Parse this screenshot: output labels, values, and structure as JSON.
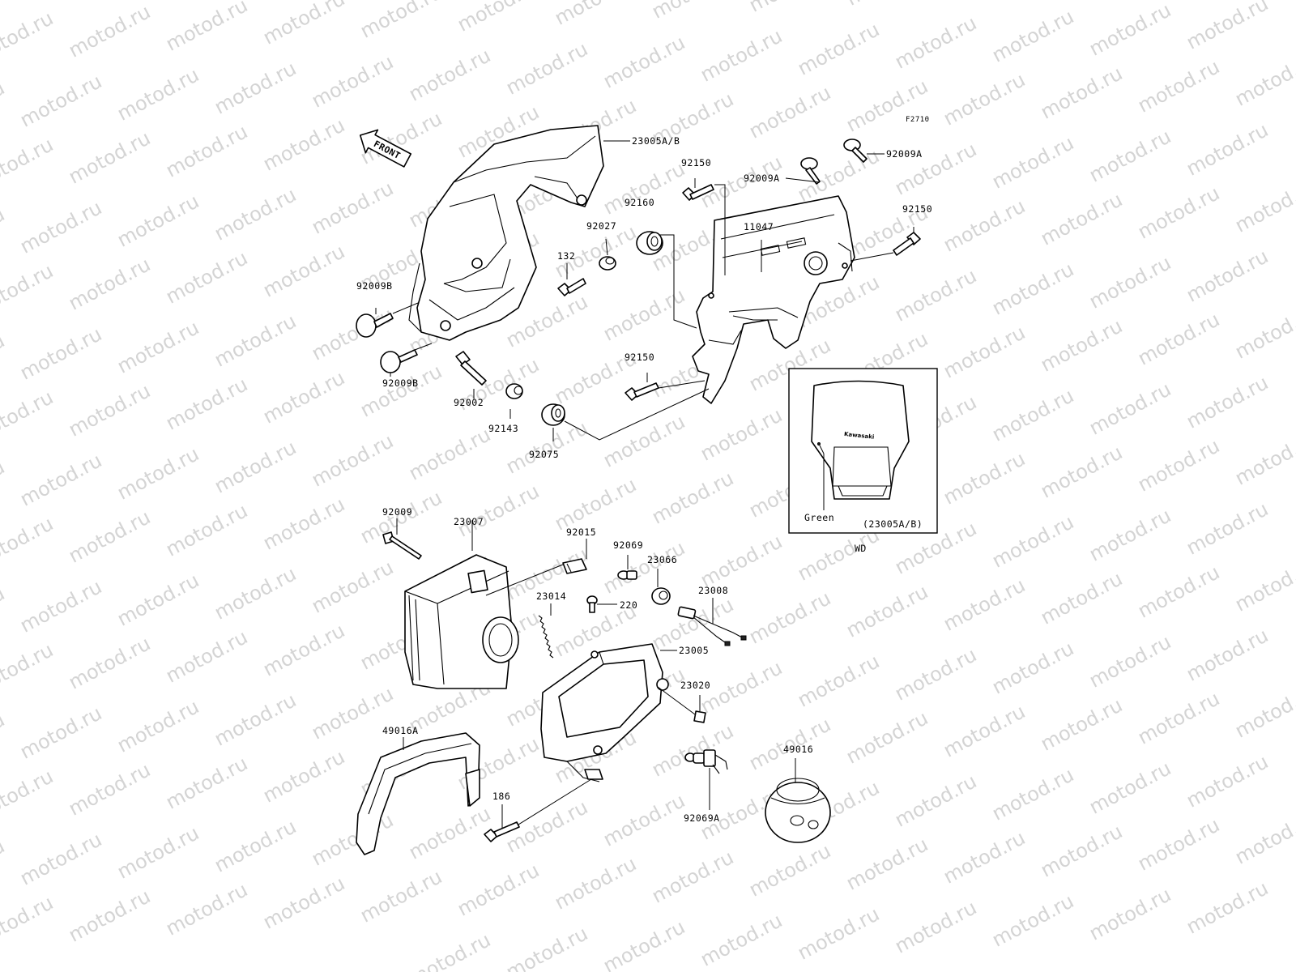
{
  "watermark_text": "motod.ru",
  "figure_code": "F2710",
  "front_arrow_label": "FRONT",
  "inset": {
    "color_label": "Green",
    "part_label": "(23005A/B)",
    "model_label": "WD",
    "logo_text": "Kawasaki"
  },
  "callouts": {
    "c23005ab": "23005A/B",
    "c92150_top": "92150",
    "c92009a_1": "92009A",
    "c92009a_2": "92009A",
    "c92160": "92160",
    "c92027": "92027",
    "c11047": "11047",
    "c92150_right": "92150",
    "c132": "132",
    "c92009b_1": "92009B",
    "c92009b_2": "92009B",
    "c92002": "92002",
    "c92150_mid": "92150",
    "c92143": "92143",
    "c92075": "92075",
    "c92009": "92009",
    "c23007": "23007",
    "c92015": "92015",
    "c92069": "92069",
    "c23066": "23066",
    "c23014": "23014",
    "c220": "220",
    "c23008": "23008",
    "c23005": "23005",
    "c23020": "23020",
    "c49016a": "49016A",
    "c49016": "49016",
    "c186": "186",
    "c92069a": "92069A"
  }
}
